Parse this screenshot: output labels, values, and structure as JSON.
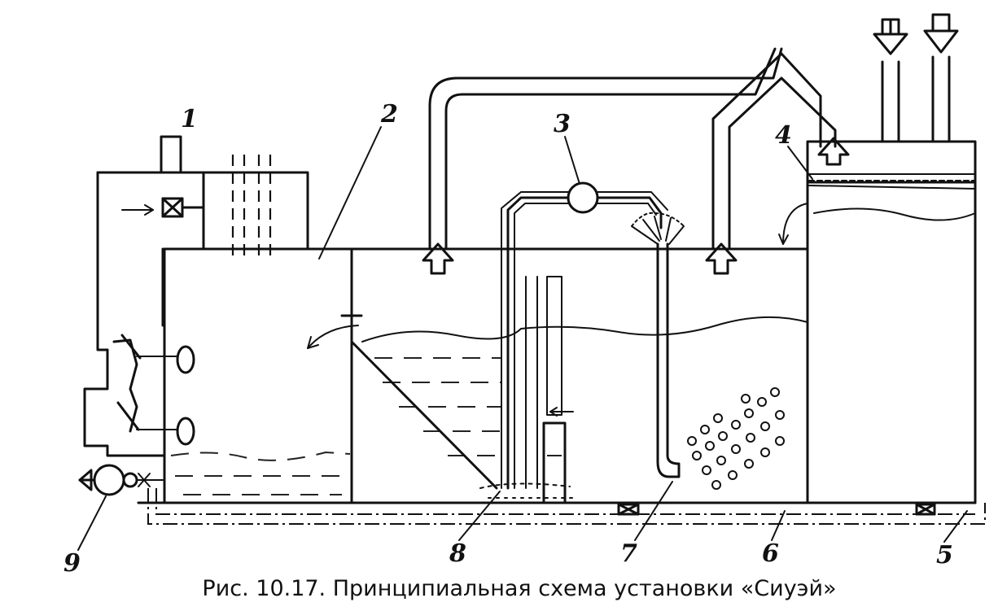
{
  "caption": "Рис. 10.17. Принципиальная схема установки «Сиуэй»",
  "labels": {
    "l1": "1",
    "l2": "2",
    "l3": "3",
    "l4": "4",
    "l5": "5",
    "l6": "6",
    "l7": "7",
    "l8": "8",
    "l9": "9"
  }
}
